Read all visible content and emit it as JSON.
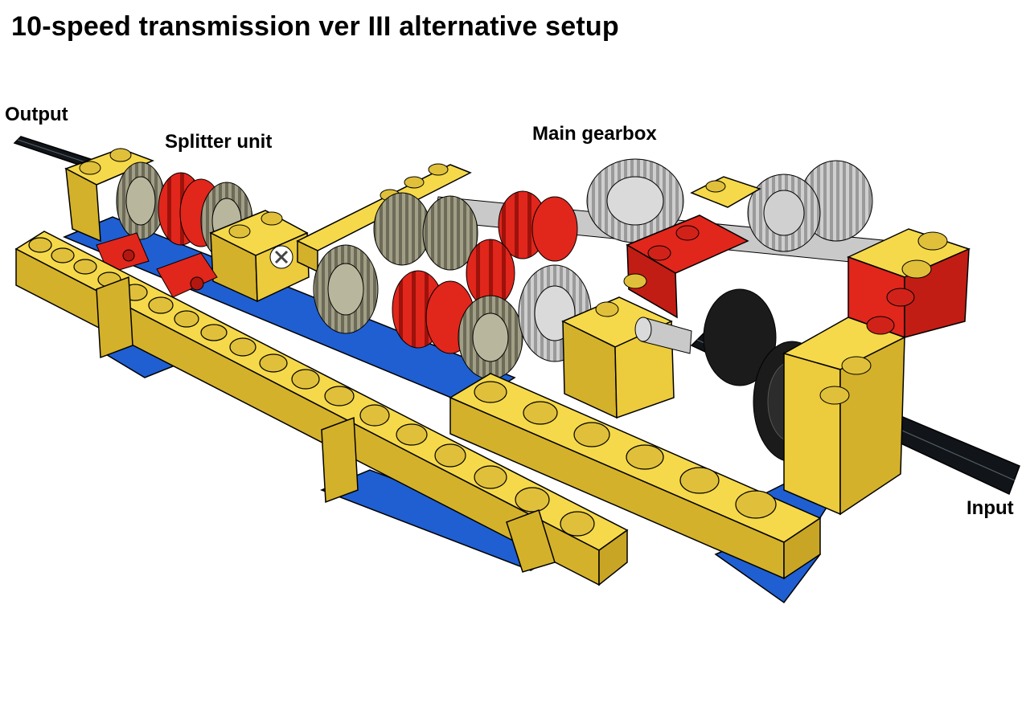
{
  "title": "10-speed transmission ver III alternative setup",
  "labels": {
    "output": "Output",
    "splitter": "Splitter unit",
    "main": "Main gearbox",
    "input": "Input"
  },
  "colors": {
    "yellow": "#f5d94a",
    "yellow_dark": "#d4b12a",
    "blue": "#1f5fd1",
    "red": "#e1261c",
    "gray": "#c9c9c9",
    "dark_gray": "#8f8f7a",
    "black": "#111418"
  },
  "icons": [
    "technic-beam",
    "gear",
    "axle",
    "connector",
    "brick"
  ]
}
